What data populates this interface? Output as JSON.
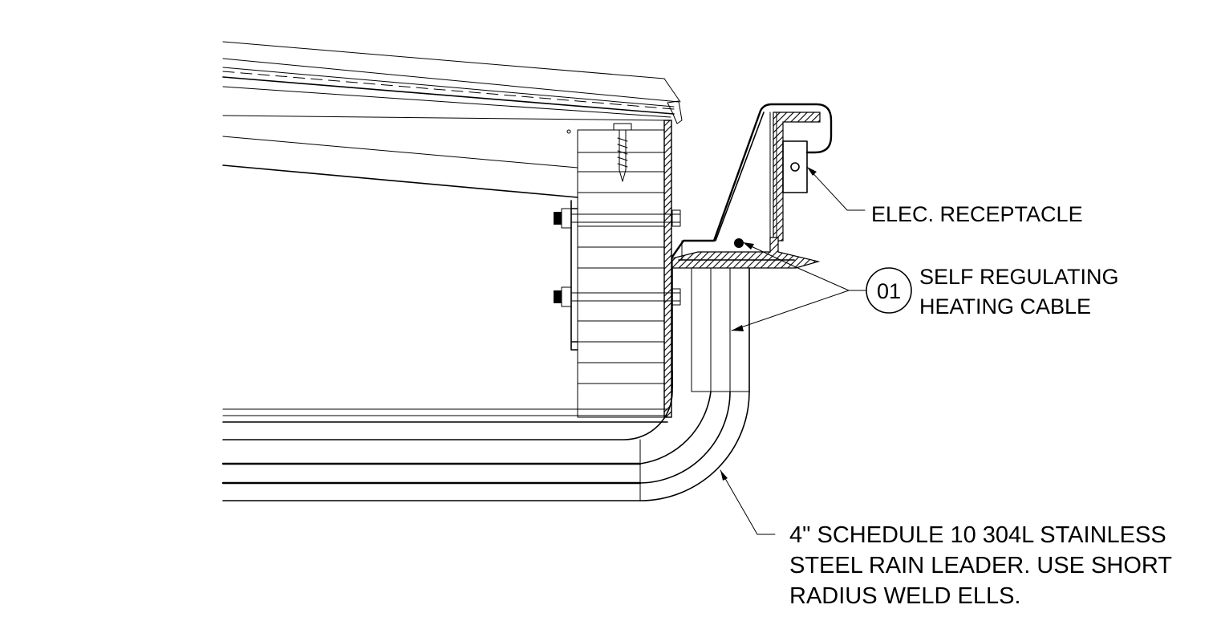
{
  "callouts": {
    "receptacle": {
      "text": "ELEC. RECEPTACLE"
    },
    "heating_cable": {
      "tag": "01",
      "line1": "SELF REGULATING",
      "line2": "HEATING CABLE"
    },
    "rain_leader": {
      "line1": "4\" SCHEDULE 10 304L STAINLESS",
      "line2": "STEEL RAIN LEADER. USE SHORT",
      "line3": "RADIUS WELD ELLS."
    }
  }
}
